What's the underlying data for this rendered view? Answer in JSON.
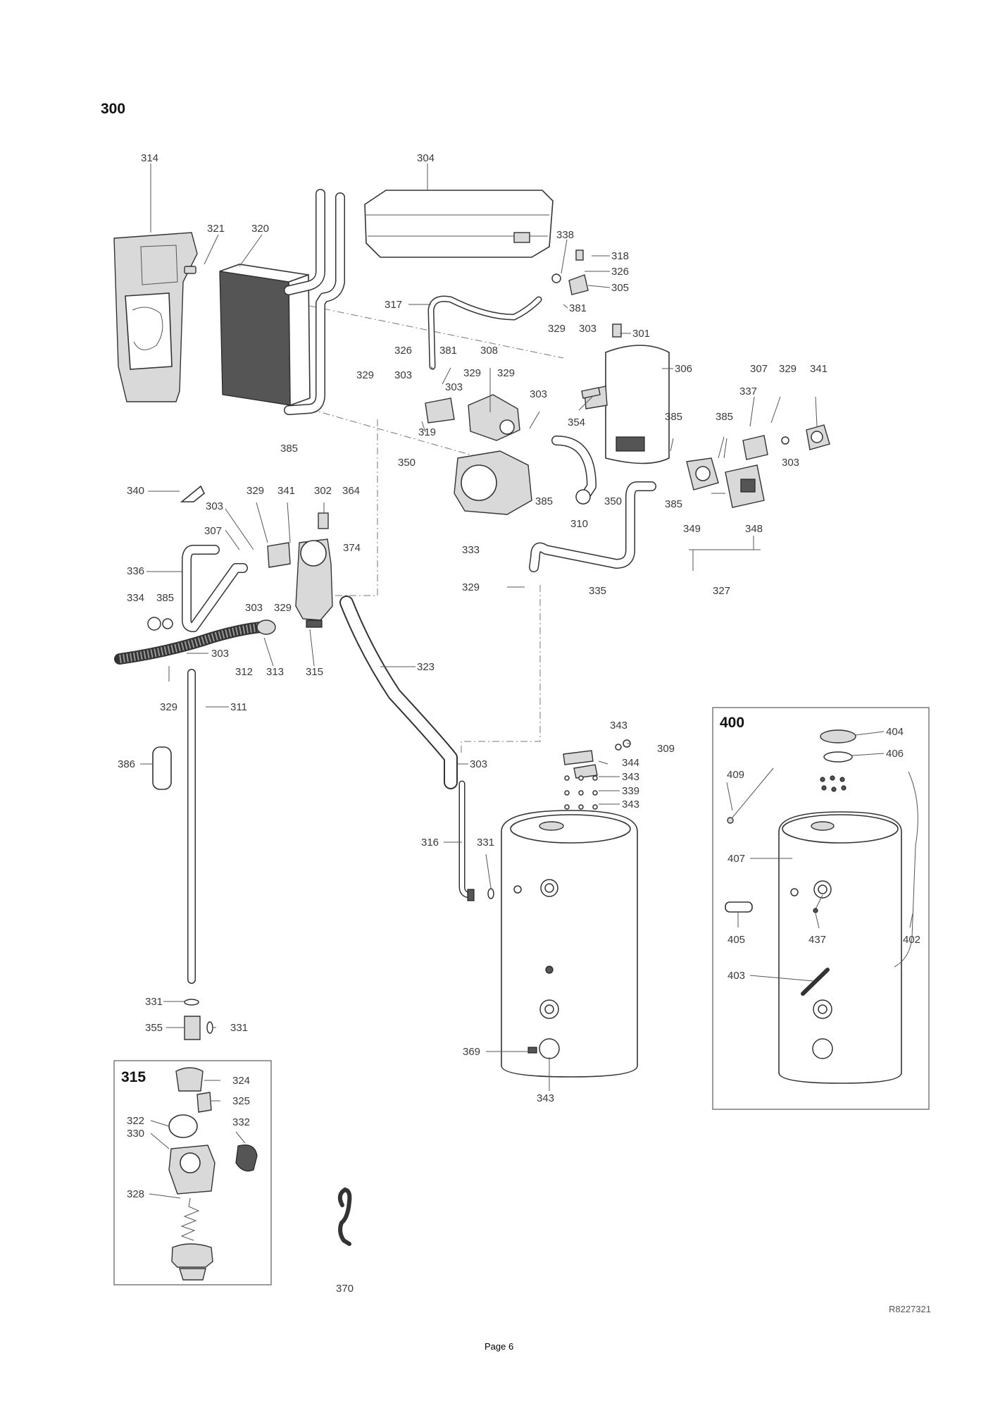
{
  "sections": {
    "main": "300",
    "inset_filter": "315",
    "inset_cylinder": "400"
  },
  "labels": {
    "l301": "301",
    "l302": "302",
    "l303": "303",
    "l304": "304",
    "l305": "305",
    "l306": "306",
    "l307": "307",
    "l308": "308",
    "l309": "309",
    "l310": "310",
    "l311": "311",
    "l312": "312",
    "l313": "313",
    "l314": "314",
    "l315": "315",
    "l316": "316",
    "l317": "317",
    "l318": "318",
    "l319": "319",
    "l320": "320",
    "l321": "321",
    "l322": "322",
    "l323": "323",
    "l324": "324",
    "l325": "325",
    "l326": "326",
    "l327": "327",
    "l328": "328",
    "l329": "329",
    "l330": "330",
    "l331": "331",
    "l332": "332",
    "l333": "333",
    "l334": "334",
    "l335": "335",
    "l336": "336",
    "l337": "337",
    "l338": "338",
    "l339": "339",
    "l340": "340",
    "l341": "341",
    "l343": "343",
    "l344": "344",
    "l348": "348",
    "l349": "349",
    "l350": "350",
    "l354": "354",
    "l355": "355",
    "l364": "364",
    "l369": "369",
    "l370": "370",
    "l374": "374",
    "l381": "381",
    "l385": "385",
    "l386": "386",
    "l402": "402",
    "l403": "403",
    "l404": "404",
    "l405": "405",
    "l406": "406",
    "l407": "407",
    "l409": "409",
    "l437": "437"
  },
  "reference": "R8227321",
  "footer": "Page 6"
}
